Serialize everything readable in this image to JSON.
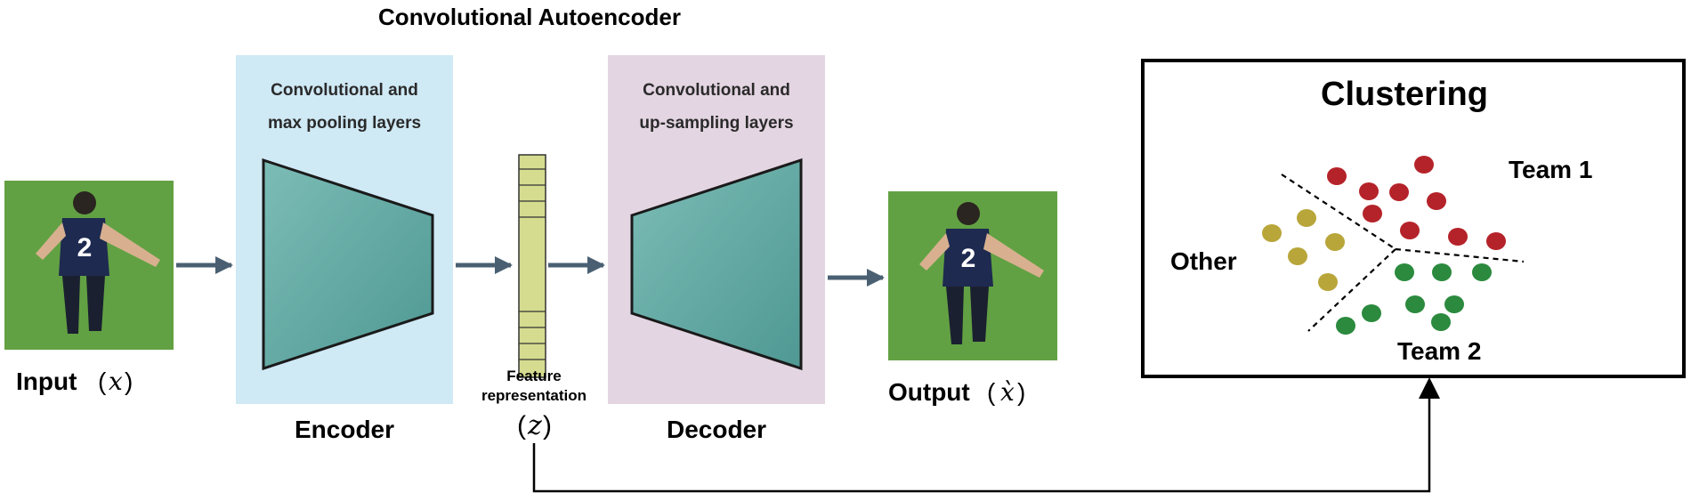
{
  "title": "Convolutional Autoencoder",
  "input": {
    "label": "Input",
    "symbol": "x"
  },
  "encoder": {
    "layer_line1": "Convolutional and",
    "layer_line2": "max pooling layers",
    "label": "Encoder"
  },
  "feature": {
    "line1": "Feature",
    "line2": "representation",
    "symbol": "z"
  },
  "decoder": {
    "layer_line1": "Convolutional and",
    "layer_line2": "up-sampling  layers",
    "label": "Decoder"
  },
  "output": {
    "label": "Output",
    "symbol": "x̀"
  },
  "clustering": {
    "title": "Clustering",
    "team1_label": "Team 1",
    "team2_label": "Team 2",
    "other_label": "Other"
  },
  "colors": {
    "encoder_bg": "#cfe9f5",
    "decoder_bg": "#e4d5e2",
    "trapezoid": "#6aaea8",
    "feature_bar": "#d5dc8f",
    "arrow": "#4a6072",
    "team1": "#b5232a",
    "team2": "#2b8a3e",
    "other": "#b8a63a",
    "grass": "#5a9a3c"
  }
}
